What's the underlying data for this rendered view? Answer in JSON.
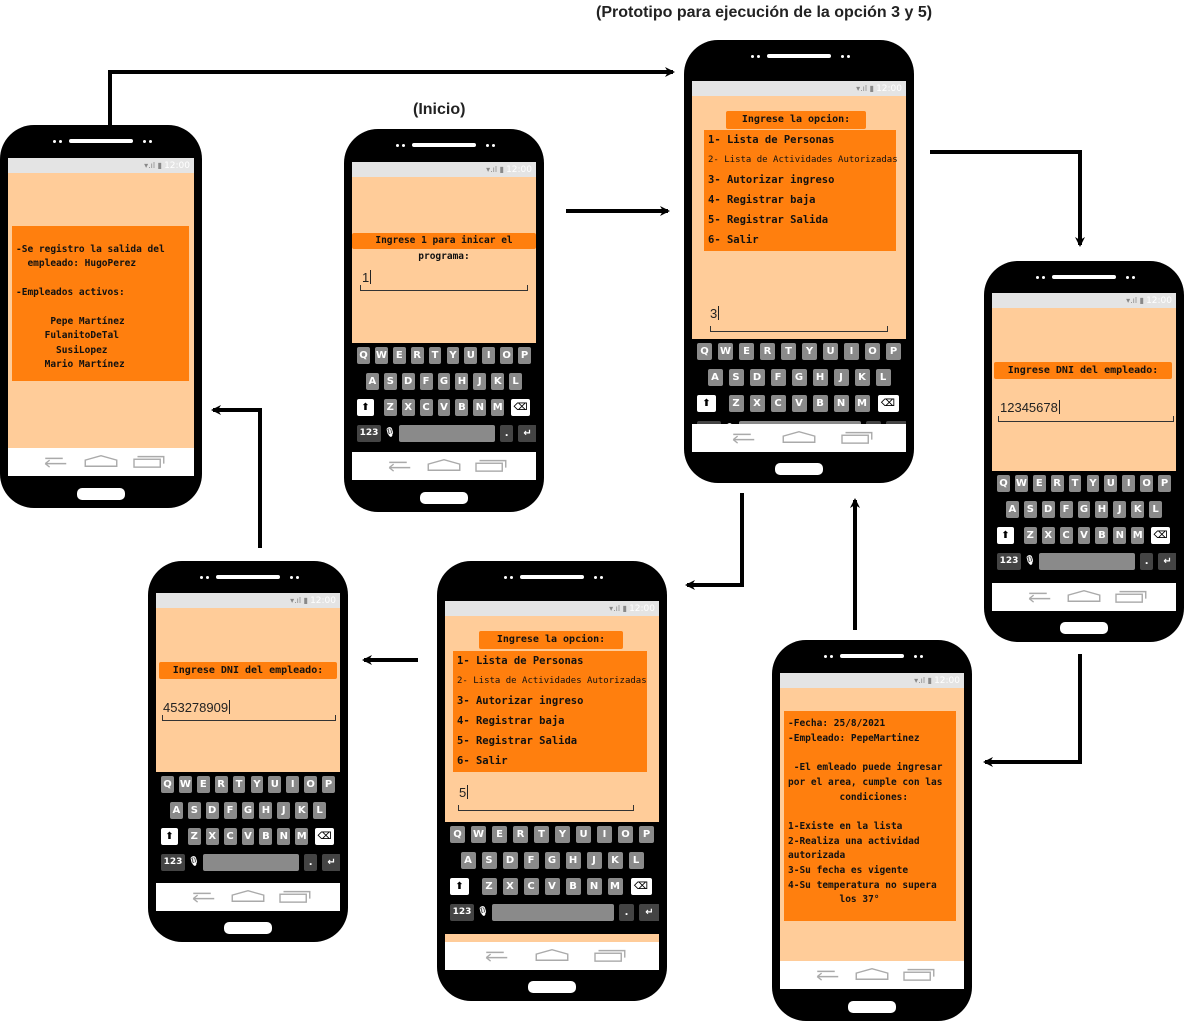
{
  "headings": {
    "inicio": "(Inicio)",
    "prototipo": "(Prototipo para ejecución de la opción 3 y 5)"
  },
  "status_time": "12:00",
  "keyboard": {
    "row1": [
      "Q",
      "W",
      "E",
      "R",
      "T",
      "Y",
      "U",
      "I",
      "O",
      "P"
    ],
    "row2": [
      "A",
      "S",
      "D",
      "F",
      "G",
      "H",
      "J",
      "K",
      "L"
    ],
    "row3": [
      "Z",
      "X",
      "C",
      "V",
      "B",
      "N",
      "M"
    ],
    "num_label": "123",
    "dot_label": "."
  },
  "screens": {
    "start": {
      "prompt": "Ingrese 1 para inicar el programa:",
      "input_value": "1"
    },
    "menu": {
      "title": "Ingrese la opcion:",
      "options": [
        "1- Lista de Personas",
        "2- Lista de Actividades Autorizadas",
        "3- Autorizar ingreso",
        "4- Registrar baja",
        "5- Registrar Salida",
        "6- Salir"
      ],
      "input_value": "3"
    },
    "dni_entry": {
      "prompt": "Ingrese DNI del empleado:",
      "input_value": "12345678"
    },
    "result": {
      "lines": [
        "-Fecha: 25/8/2021",
        "-Empleado: PepeMartinez",
        "",
        " -El emleado puede ingresar",
        "por el area, cumple con las",
        "         condiciones:",
        "",
        "1-Existe en la lista",
        "2-Realiza una actividad",
        "autorizada",
        "3-Su fecha es vigente",
        "4-Su temperatura no supera",
        "         los 37°"
      ]
    },
    "menu2": {
      "title": "Ingrese la opcion:",
      "options": [
        "1- Lista de Personas",
        "2- Lista de Actividades Autorizadas",
        "3- Autorizar ingreso",
        "4- Registrar baja",
        "5- Registrar Salida",
        "6- Salir"
      ],
      "input_value": "5"
    },
    "dni_exit": {
      "prompt": "Ingrese DNI del empleado:",
      "input_value": "453278909"
    },
    "exit_result": {
      "lines": [
        "-Se registro la salida del",
        "  empleado: HugoPerez",
        "",
        "-Empleados activos:",
        "",
        "      Pepe Martínez",
        "     FulanitoDeTal",
        "       SusiLopez",
        "     Mario Martínez"
      ]
    }
  }
}
